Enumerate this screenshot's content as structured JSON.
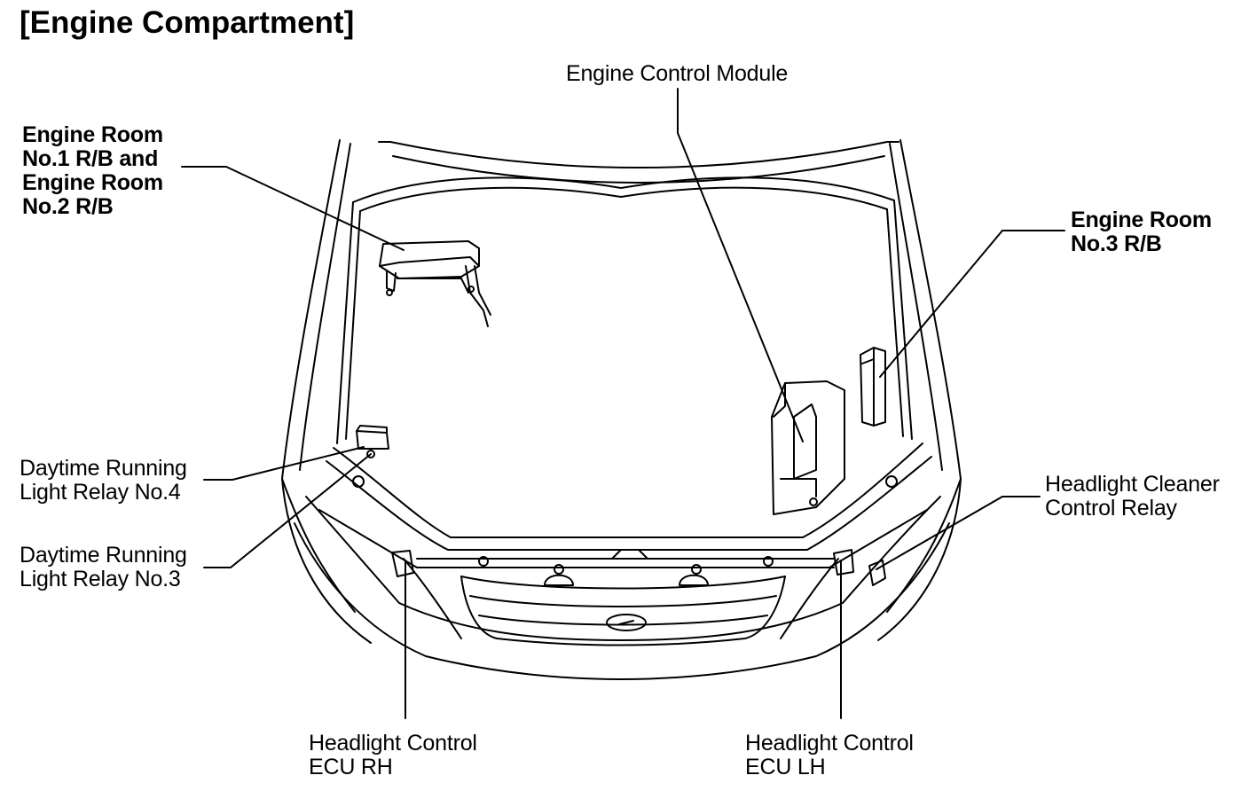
{
  "title": "[Engine Compartment]",
  "labels": {
    "ecm": {
      "line1": "Engine Control Module"
    },
    "er12": {
      "line1": "Engine Room",
      "line2": "No.1 R/B and",
      "line3": "Engine Room",
      "line4": "No.2 R/B"
    },
    "er3": {
      "line1": "Engine Room",
      "line2": "No.3 R/B"
    },
    "drl4": {
      "line1": "Daytime Running",
      "line2": "Light Relay No.4"
    },
    "drl3": {
      "line1": "Daytime Running",
      "line2": "Light Relay No.3"
    },
    "cleaner": {
      "line1": "Headlight Cleaner",
      "line2": "Control Relay"
    },
    "ecu_rh": {
      "line1": "Headlight Control",
      "line2": "ECU RH"
    },
    "ecu_lh": {
      "line1": "Headlight Control",
      "line2": "ECU LH"
    }
  },
  "colors": {
    "line": "#000000",
    "background": "#ffffff"
  }
}
